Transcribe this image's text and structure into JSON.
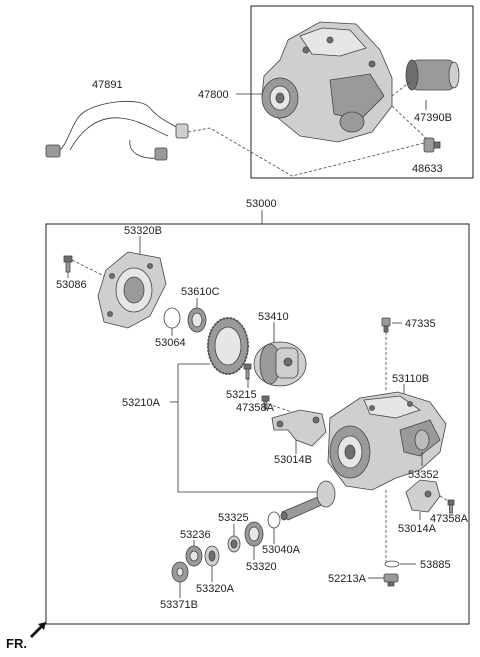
{
  "labels": {
    "wiring": "47891",
    "transfer_assy": "47800",
    "actuator": "47390B",
    "sensor": "48633",
    "carrier_assy": "53000",
    "cover": "53320B",
    "bolt_cover": "53086",
    "seal": "53610C",
    "oring": "53064",
    "ring_gear": "53410",
    "bolt_ring": "53215",
    "diff_kit": "53210A",
    "bolt_bracket": "47358A",
    "bracket_left": "53014B",
    "breather": "47335",
    "carrier": "53110B",
    "oil_seal_right": "53352",
    "bracket_right": "53014A",
    "bolt_bracket_right": "47358A",
    "spacer": "53325",
    "bearing_inner": "53236",
    "shim": "53040A",
    "bearing_cup": "53320",
    "bearing_outer": "53320A",
    "nut_pinion": "53371B",
    "gasket": "53885",
    "plug": "52213A",
    "front_marker": "FR."
  }
}
